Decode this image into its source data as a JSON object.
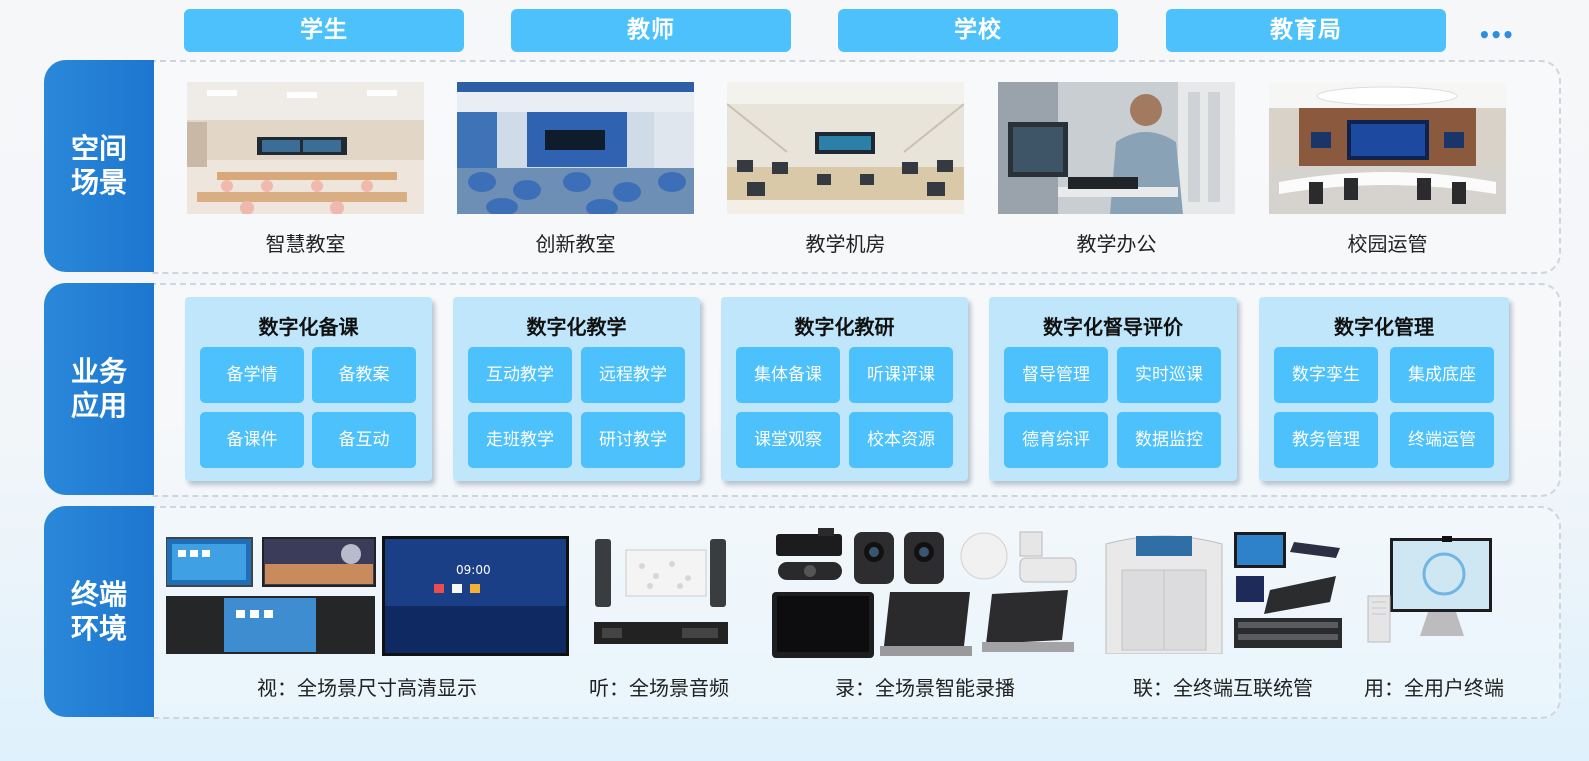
{
  "tabs": [
    "学生",
    "教师",
    "学校",
    "教育局"
  ],
  "tabs_more": "•••",
  "rows": {
    "space": "空间场景",
    "business": "业务应用",
    "terminal": "终端环境"
  },
  "scenes": [
    "智慧教室",
    "创新教室",
    "教学机房",
    "教学办公",
    "校园运管"
  ],
  "screen_text": {
    "clock": "09:00"
  },
  "modules": [
    {
      "title": "数字化备课",
      "items": [
        "备学情",
        "备教案",
        "备课件",
        "备互动"
      ]
    },
    {
      "title": "数字化教学",
      "items": [
        "互动教学",
        "远程教学",
        "走班教学",
        "研讨教学"
      ]
    },
    {
      "title": "数字化教研",
      "items": [
        "集体备课",
        "听课评课",
        "课堂观察",
        "校本资源"
      ]
    },
    {
      "title": "数字化督导评价",
      "items": [
        "督导管理",
        "实时巡课",
        "德育综评",
        "数据监控"
      ]
    },
    {
      "title": "数字化管理",
      "items": [
        "数字孪生",
        "集成底座",
        "教务管理",
        "终端运管"
      ]
    }
  ],
  "terminals": [
    "视：全场景尺寸高清显示",
    "听：全场景音频",
    "录：全场景智能录播",
    "联：全终端互联统管",
    "用：全用户终端"
  ]
}
